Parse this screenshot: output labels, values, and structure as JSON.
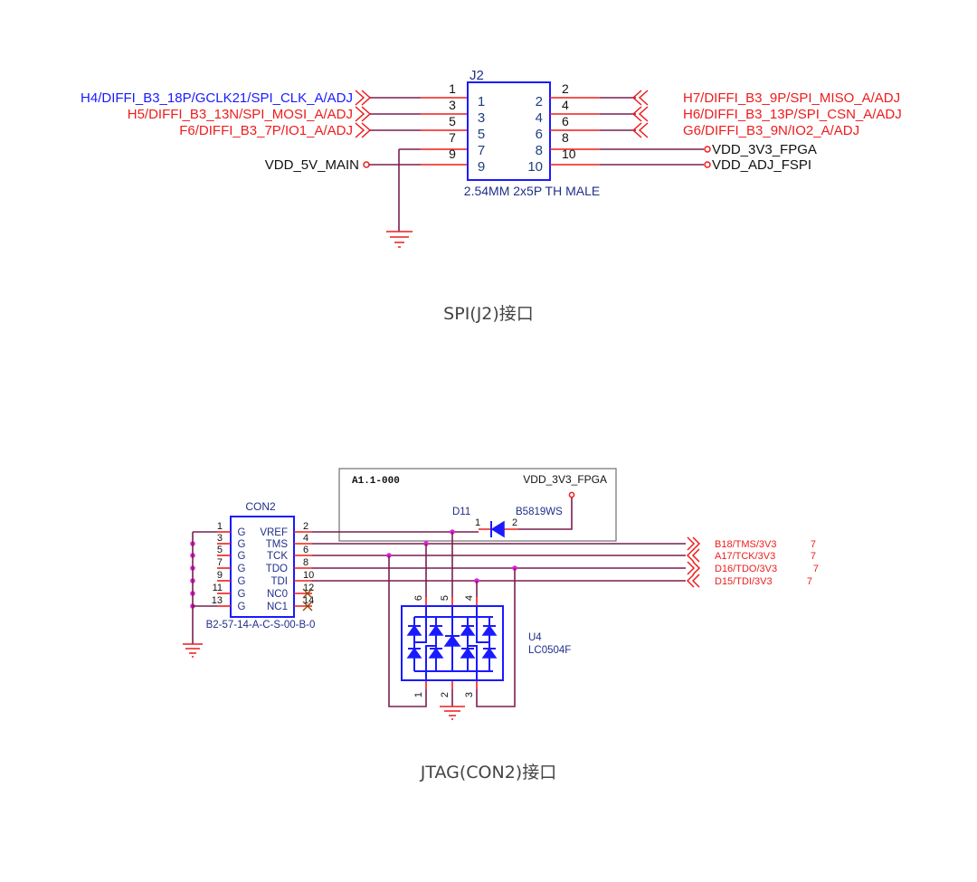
{
  "spi_section": {
    "caption": "SPI(J2)接口",
    "connector": {
      "ref": "J2",
      "footprint": "2.54MM 2x5P TH MALE",
      "inner_left_pins": [
        "1",
        "3",
        "5",
        "7",
        "9"
      ],
      "inner_right_pins": [
        "2",
        "4",
        "6",
        "8",
        "10"
      ],
      "outer_left_pins": [
        "1",
        "3",
        "5",
        "7",
        "9"
      ],
      "outer_right_pins": [
        "2",
        "4",
        "6",
        "8",
        "10"
      ]
    },
    "left_nets": [
      {
        "label": "H4/DIFFI_B3_18P/GCLK21/SPI_CLK_A/ADJ",
        "color": "#1a1aff"
      },
      {
        "label": "H5/DIFFI_B3_13N/SPI_MOSI_A/ADJ",
        "color": "#ee1c1c"
      },
      {
        "label": "F6/DIFFI_B3_7P/IO1_A/ADJ",
        "color": "#ee1c1c"
      }
    ],
    "left_power": "VDD_5V_MAIN",
    "right_nets": [
      {
        "label": "H7/DIFFI_B3_9P/SPI_MISO_A/ADJ",
        "color": "#ee1c1c"
      },
      {
        "label": "H6/DIFFI_B3_13P/SPI_CSN_A/ADJ",
        "color": "#ee1c1c"
      },
      {
        "label": "G6/DIFFI_B3_9N/IO2_A/ADJ",
        "color": "#ee1c1c"
      }
    ],
    "right_power": [
      "VDD_3V3_FPGA",
      "VDD_ADJ_FSPI"
    ]
  },
  "jtag_section": {
    "caption": "JTAG(CON2)接口",
    "frame_title": "A1.1-000",
    "frame_power": "VDD_3V3_FPGA",
    "diode": {
      "ref": "D11",
      "part": "B5819WS",
      "pin1": "1",
      "pin2": "2"
    },
    "connector": {
      "ref": "CON2",
      "part": "B2-57-14-A-C-S-00-B-0",
      "left_pin_names": [
        "G",
        "G",
        "G",
        "G",
        "G",
        "G",
        "G"
      ],
      "right_pin_names": [
        "VREF",
        "TMS",
        "TCK",
        "TDO",
        "TDI",
        "NC0",
        "NC1"
      ],
      "left_pin_nums": [
        "1",
        "3",
        "5",
        "7",
        "9",
        "11",
        "13"
      ],
      "right_pin_nums": [
        "2",
        "4",
        "6",
        "8",
        "10",
        "12",
        "14"
      ]
    },
    "signal_nets": [
      {
        "label": "B18/TMS/3V3",
        "page": "7"
      },
      {
        "label": "A17/TCK/3V3",
        "page": "7"
      },
      {
        "label": "D16/TDO/3V3",
        "page": "7"
      },
      {
        "label": "D15/TDI/3V3",
        "page": "7"
      }
    ],
    "tvs": {
      "ref": "U4",
      "part": "LC0504F",
      "top_pins": [
        "6",
        "5",
        "4"
      ],
      "bottom_pins": [
        "1",
        "2",
        "3"
      ]
    }
  }
}
